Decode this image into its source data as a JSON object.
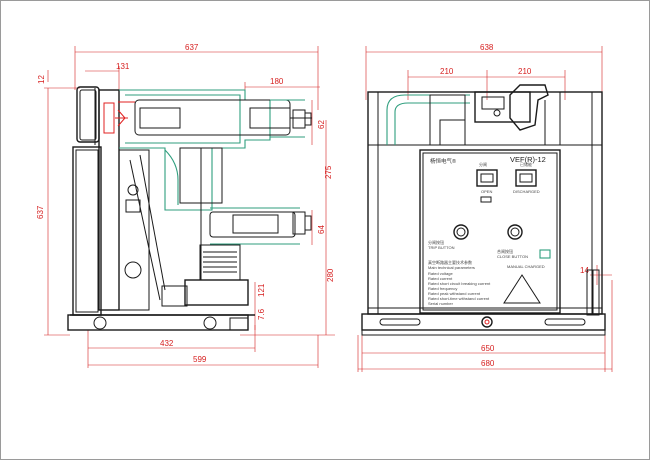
{
  "side_view": {
    "dims": {
      "overall_width": "637",
      "left_offset": "131",
      "top_offset": "12",
      "contact_length": "180",
      "upper_terminal": "62",
      "mid_spacing": "275",
      "lower_terminal": "64",
      "lower_height": "280",
      "side_height": "637",
      "base_small_1": "121",
      "base_small_2": "7.6",
      "base_length": "432",
      "total_length": "599"
    }
  },
  "front_view": {
    "dims": {
      "overall_width": "638",
      "phase_left": "210",
      "phase_right": "210",
      "base_width": "650",
      "total_width": "680",
      "handle_offset": "14"
    },
    "panel": {
      "brand_cn": "杨恒电气®",
      "model": "VEF(R)-12",
      "close_label_cn": "分闸",
      "close_label_en": "OPEN",
      "charge_label_cn": "已储能",
      "charge_label_en": "DISCHARGED",
      "trip_button_cn": "分闸按钮",
      "trip_button_en": "TRIP BUTTON",
      "close_button_cn": "合闸按钮",
      "close_button_en": "CLOSE BUTTON",
      "manual_label": "MANUAL CHARGED",
      "spec_title_cn": "真空断路器主要技术参数",
      "spec_title_en": "Main technical parameters",
      "spec_lines": [
        "Rated voltage",
        "Rated current",
        "Rated short circuit breaking current",
        "Rated frequency",
        "Rated peak withstand current",
        "Rated short-time withstand current",
        "Serial number"
      ]
    }
  }
}
